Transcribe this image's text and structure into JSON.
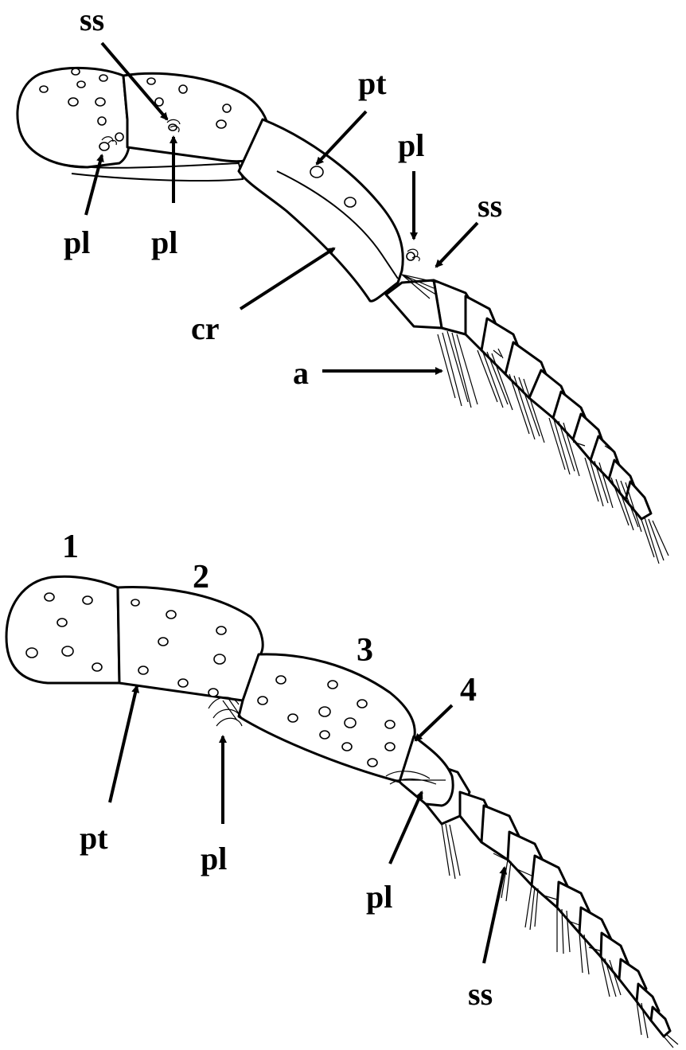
{
  "figure": {
    "top_panel": {
      "labels": {
        "ss_top": "ss",
        "pt": "pt",
        "pl_right": "pl",
        "ss_right": "ss",
        "pl_left": "pl",
        "pl_mid": "pl",
        "cr": "cr",
        "a": "a"
      }
    },
    "bottom_panel": {
      "segment_numbers": {
        "seg1": "1",
        "seg2": "2",
        "seg3": "3",
        "seg4": "4"
      },
      "labels": {
        "pt": "pt",
        "pl_mid": "pl",
        "pl_right": "pl",
        "ss": "ss"
      }
    }
  }
}
